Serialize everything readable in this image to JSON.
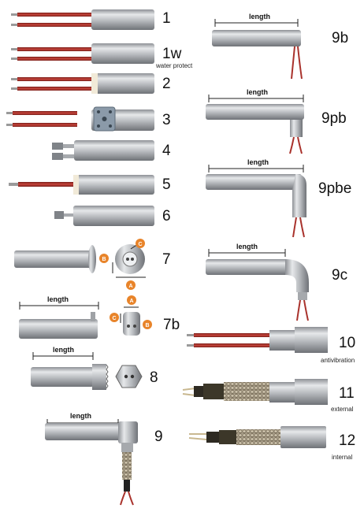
{
  "items": [
    {
      "number": "1"
    },
    {
      "number": "1w",
      "caption": "water protect"
    },
    {
      "number": "2"
    },
    {
      "number": "3"
    },
    {
      "number": "4"
    },
    {
      "number": "5"
    },
    {
      "number": "6"
    },
    {
      "number": "7",
      "markers": [
        "C",
        "B",
        "A"
      ]
    },
    {
      "number": "7b",
      "length_label": "length",
      "markers": [
        "A",
        "C",
        "B"
      ]
    },
    {
      "number": "8",
      "length_label": "length"
    },
    {
      "number": "9",
      "length_label": "length"
    },
    {
      "number": "9b",
      "length_label": "length"
    },
    {
      "number": "9pb",
      "length_label": "length"
    },
    {
      "number": "9pbe",
      "length_label": "length"
    },
    {
      "number": "9c",
      "length_label": "length"
    },
    {
      "number": "10",
      "caption": "antivibration"
    },
    {
      "number": "11",
      "caption": "external"
    },
    {
      "number": "12",
      "caption": "internal"
    }
  ],
  "colors": {
    "steel": "#b9bcc0",
    "lead_wire": "#a9322c",
    "marker": "#e8842a",
    "text": "#111111"
  }
}
